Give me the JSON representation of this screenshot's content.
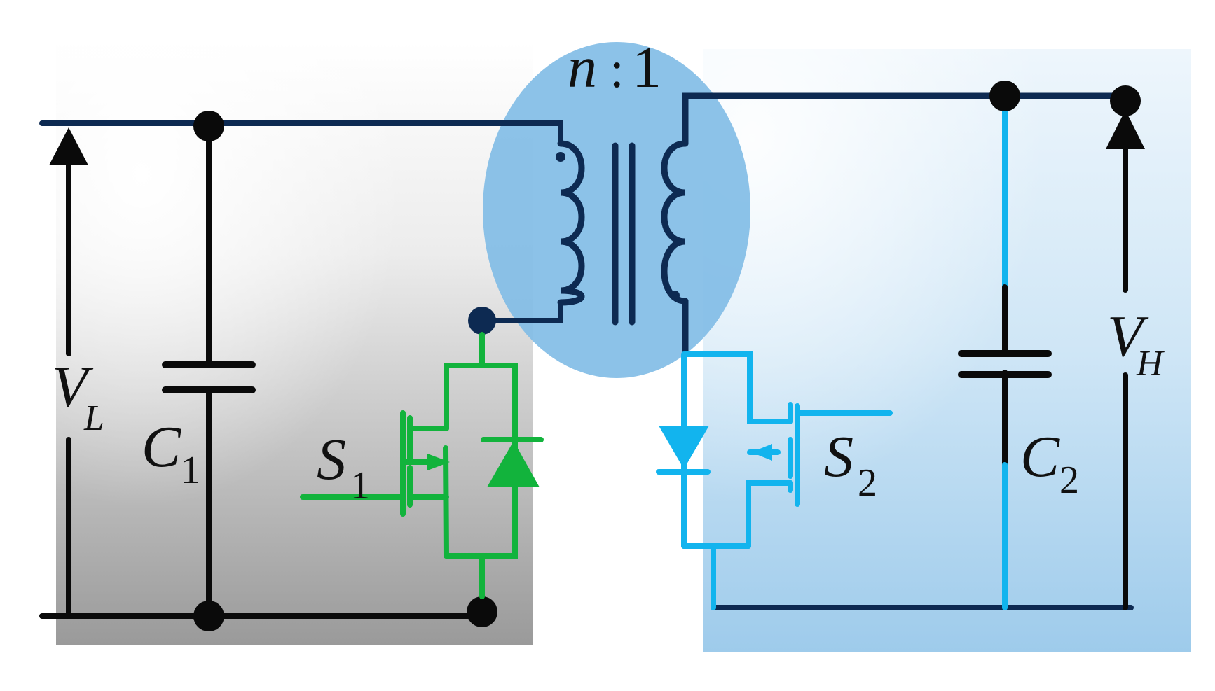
{
  "labels": {
    "vl_main": "V",
    "vl_sub": "L",
    "c1_main": "C",
    "c1_sub": "1",
    "s1_main": "S",
    "s1_sub": "1",
    "ratio_n": "n",
    "ratio_colon": ":",
    "ratio_one": "1",
    "s2_main": "S",
    "s2_sub": "2",
    "c2_main": "C",
    "c2_sub": "2",
    "vh_main": "V",
    "vh_sub": "H"
  },
  "colors": {
    "dark_wire": "#0d2a52",
    "black_wire": "#0a0a0a",
    "s1_green": "#12b33c",
    "s2_cyan": "#12b4ee",
    "ellipse": "#7fbbe6"
  }
}
